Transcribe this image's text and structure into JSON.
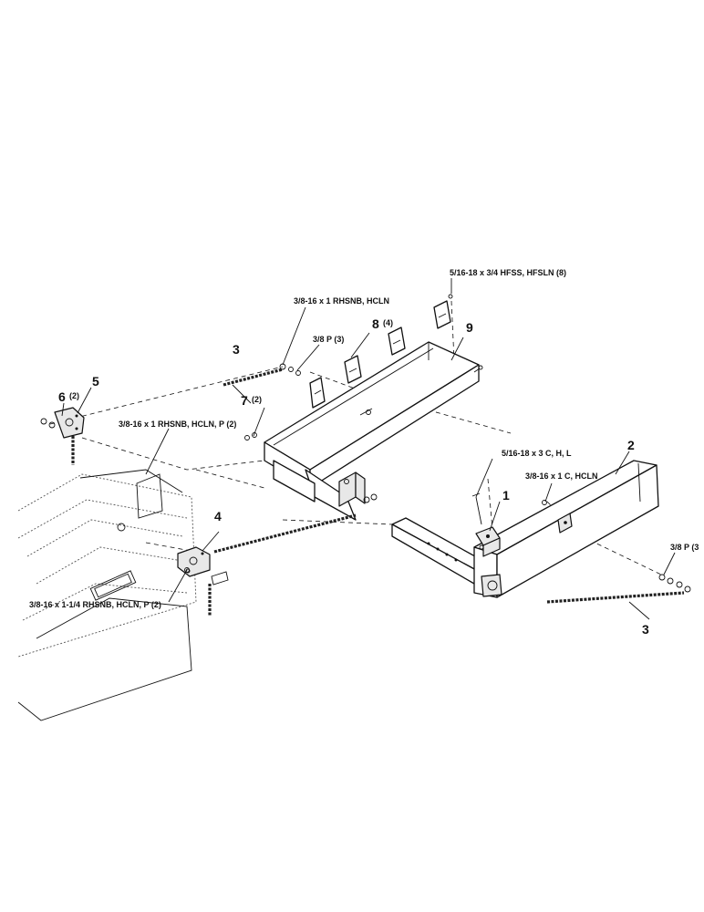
{
  "callouts": {
    "c1": {
      "number": "1"
    },
    "c2": {
      "number": "2"
    },
    "c3a": {
      "number": "3"
    },
    "c3b": {
      "number": "3"
    },
    "c4": {
      "number": "4"
    },
    "c5": {
      "number": "5"
    },
    "c6": {
      "number": "6",
      "qty": "(2)"
    },
    "c7": {
      "number": "7",
      "qty": "(2)"
    },
    "c8": {
      "number": "8",
      "qty": "(4)"
    },
    "c9": {
      "number": "9"
    }
  },
  "hardware": {
    "h1": "5/16-18 x 3/4 HFSS, HFSLN  (8)",
    "h2": "3/8-16 x 1 RHSNB, HCLN",
    "h3": "3/8 P (3)",
    "h4": "3/8-16 x 1 RHSNB, HCLN, P (2)",
    "h5": "5/16-18 x 3 C, H, L",
    "h6": "3/8-16 x 1 C, HCLN",
    "h7": "3/8 P (3",
    "h8": "3/8-16 x 1-1/4 RHSNB, HCLN, P (2)"
  },
  "icons": [
    "chain",
    "bracket",
    "bolt",
    "washer",
    "wear-pad",
    "pan",
    "tube"
  ]
}
